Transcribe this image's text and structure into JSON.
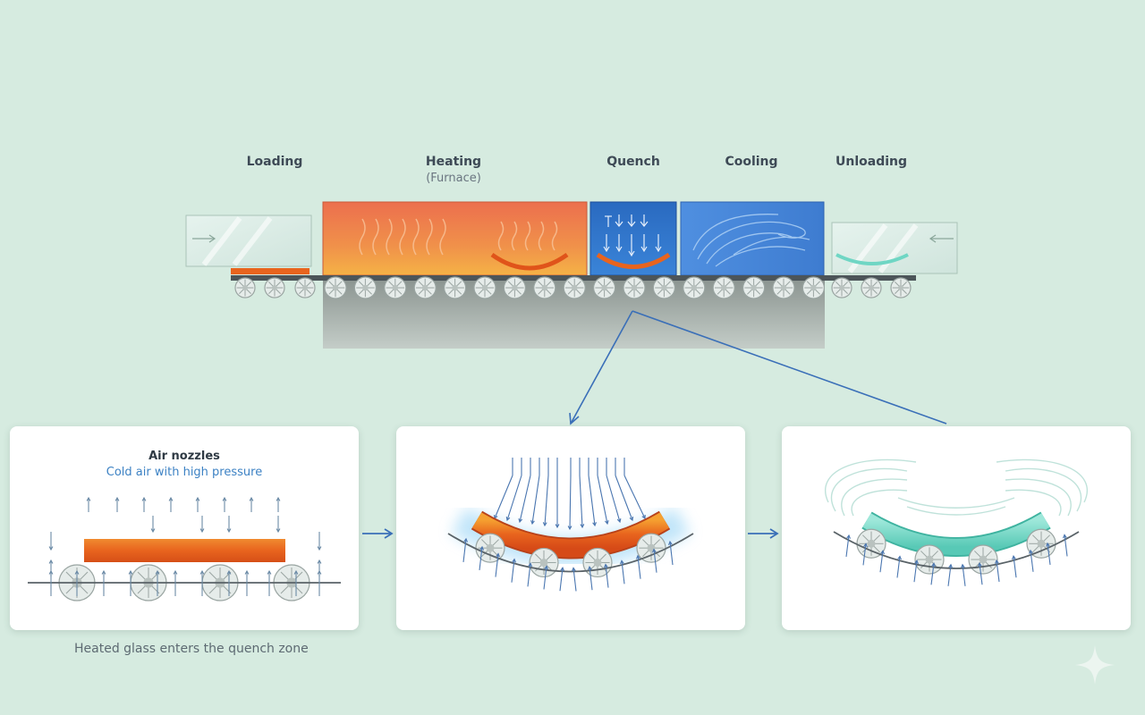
{
  "stages": [
    {
      "label": "Loading",
      "sub": ""
    },
    {
      "label": "Heating",
      "sub": "(Furnace)"
    },
    {
      "label": "Quench",
      "sub": ""
    },
    {
      "label": "Cooling",
      "sub": ""
    },
    {
      "label": "Unloading",
      "sub": ""
    }
  ],
  "panels": [
    {
      "title": "Air nozzles",
      "subtitle": "Cold air with high pressure"
    },
    {
      "title": "",
      "subtitle": ""
    },
    {
      "title": "",
      "subtitle": ""
    }
  ],
  "caption": "Heated glass enters the quench zone",
  "colors": {
    "background": "#d6ebe0",
    "hot": "#e8641e",
    "quench": "#2f6fc4",
    "cooling": "#4a90d8",
    "cooled_glass": "#6fd6c4",
    "arrow": "#3a6fb8"
  }
}
